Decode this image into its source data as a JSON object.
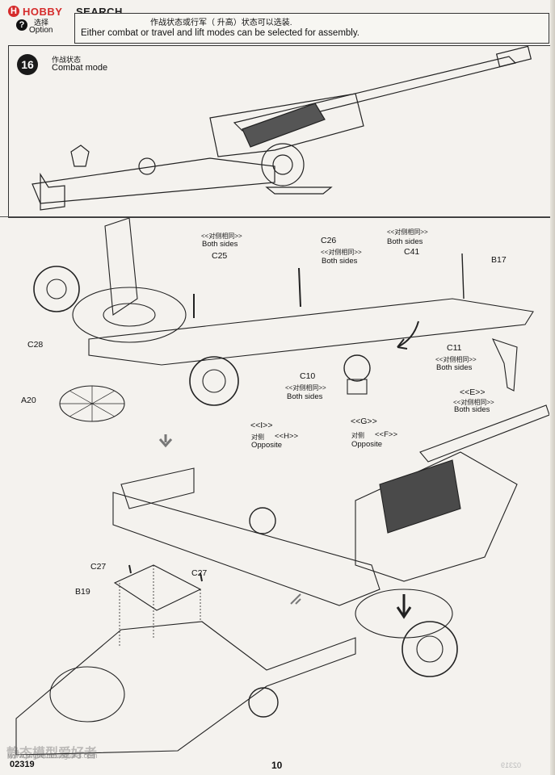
{
  "header": {
    "logo_mark": "H",
    "logo_brand": "HOBBY",
    "logo_suffix": "SEARCH",
    "option_icon": "?",
    "option_label_cn": "选择",
    "option_label_en": "Option",
    "option_text_cn": "作战状态或行军（ 升高）状态可以选装.",
    "option_text_en": "Either combat or travel and lift modes can be selected for assembly."
  },
  "step": {
    "number": "16",
    "title_cn": "作战状态",
    "title_en": "Combat mode"
  },
  "callouts": {
    "both_sides_cn_1": "<<对侧相同>>",
    "both_sides_en_1": "Both sides",
    "c25": "C25",
    "c26": "C26",
    "both_sides_cn_2": "<<对侧相同>>",
    "both_sides_en_2": "Both sides",
    "both_sides_cn_3": "<<对侧相同>>",
    "both_sides_en_3": "Both sides",
    "c41": "C41",
    "b17": "B17",
    "c28": "C28",
    "c11": "C11",
    "both_sides_cn_4": "<<对侧相同>>",
    "both_sides_en_4": "Both sides",
    "c10": "C10",
    "both_sides_cn_5": "<<对侧相同>>",
    "both_sides_en_5": "Both sides",
    "e_marker": "<<E>>",
    "both_sides_cn_6": "<<对侧相同>>",
    "both_sides_en_6": "Both sides",
    "a20": "A20",
    "i_marker": "<<I>>",
    "opp_cn_1": "对侧",
    "h_marker": "<<H>>",
    "opposite_1": "Opposite",
    "g_marker": "<<G>>",
    "opp_cn_2": "对侧",
    "f_marker": "<<F>>",
    "opposite_2": "Opposite",
    "c27_left": "C27",
    "c27_right": "C27",
    "b19": "B19"
  },
  "footer": {
    "product_code": "02319",
    "page_number": "10",
    "mirror_code": "02319",
    "watermark_cn": "静态模型爱好者",
    "watermark_url": "www.jingtaimoxingfans.com"
  }
}
